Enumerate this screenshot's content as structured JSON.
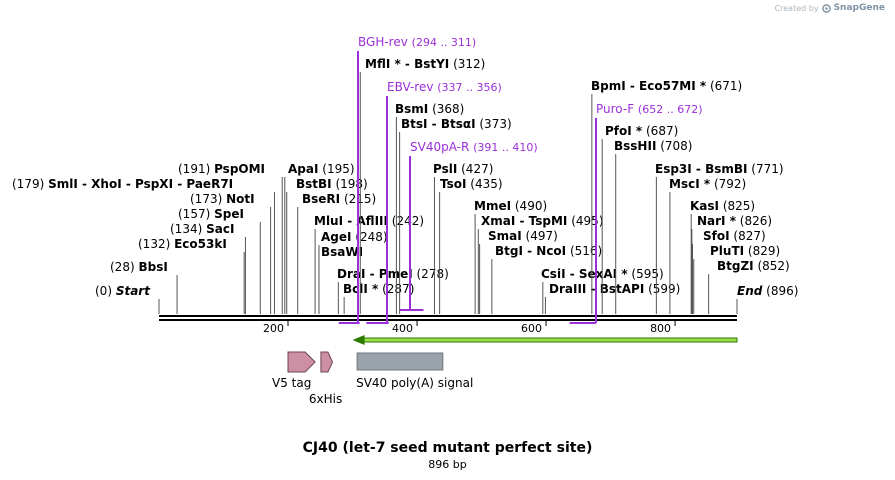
{
  "brand": {
    "created_by": "Created by",
    "name": "SnapGene",
    "icon": "snapgene-logo-icon"
  },
  "map": {
    "title": "CJ40 (let-7 seed mutant perfect site)",
    "subtitle": "896 bp",
    "length": 896,
    "ruler_ticks": [
      200,
      400,
      600,
      800
    ],
    "colors": {
      "primer": "#9b30d9",
      "arrow_outline": "#2a7a00",
      "arrow_fill": "#9be04a",
      "tag_fill": "#cc8fa3",
      "polyA_fill": "#9aa2ab"
    },
    "enzymes": [
      {
        "text": "(0)",
        "name": "Start",
        "position": 0,
        "kind": "end"
      },
      {
        "text": "(28)",
        "name": "BbsI",
        "position": 28
      },
      {
        "text": "(132)",
        "name": "Eco53kI",
        "position": 132
      },
      {
        "text": "(134)",
        "name": "SacI",
        "position": 134
      },
      {
        "text": "(157)",
        "name": "SpeI",
        "position": 157
      },
      {
        "text": "(173)",
        "name": "NotI",
        "position": 173
      },
      {
        "text": "(179)",
        "name": "SmlI  -  XhoI  -  PspXI  -  PaeR7I",
        "position": 179
      },
      {
        "text": "(191)",
        "name": "PspOMI",
        "position": 191
      },
      {
        "name": "ApaI",
        "text": "(195)",
        "position": 195
      },
      {
        "name": "BstBI",
        "text": "(198)",
        "position": 198
      },
      {
        "name": "BseRI",
        "text": "(215)",
        "position": 215
      },
      {
        "name": "MluI  -  AflIII",
        "text": "(242)",
        "position": 242
      },
      {
        "name": "AgeI",
        "text": "(248)",
        "position": 248
      },
      {
        "name": "BsaWI",
        "text": "",
        "position": 248
      },
      {
        "name": "DraI  -  PmeI",
        "text": "(278)",
        "position": 278
      },
      {
        "name": "BclI *",
        "text": "(287)",
        "position": 287
      },
      {
        "name": "MflI *  -  BstYI",
        "text": "(312)",
        "position": 312
      },
      {
        "name": "BsmI",
        "text": "(368)",
        "position": 368
      },
      {
        "name": "BtsI  -  BtsαI",
        "text": "(373)",
        "position": 373
      },
      {
        "name": "PslI",
        "text": "(427)",
        "position": 427
      },
      {
        "name": "TsoI",
        "text": "(435)",
        "position": 435
      },
      {
        "name": "MmeI",
        "text": "(490)",
        "position": 490
      },
      {
        "name": "XmaI  -  TspMI",
        "text": "(495)",
        "position": 495
      },
      {
        "name": "SmaI",
        "text": "(497)",
        "position": 497
      },
      {
        "name": "BtgI  -  NcoI",
        "text": "(516)",
        "position": 516
      },
      {
        "name": "CsiI  -  SexAI *",
        "text": "(595)",
        "position": 595
      },
      {
        "name": "DraIII  -  BstAPI",
        "text": "(599)",
        "position": 599
      },
      {
        "name": "BpmI  -  Eco57MI *",
        "text": "(671)",
        "position": 671
      },
      {
        "name": "PfoI *",
        "text": "(687)",
        "position": 687
      },
      {
        "name": "BssHII",
        "text": "(708)",
        "position": 708
      },
      {
        "name": "Esp3I  -  BsmBI",
        "text": "(771)",
        "position": 771
      },
      {
        "name": "MscI *",
        "text": "(792)",
        "position": 792
      },
      {
        "name": "KasI",
        "text": "(825)",
        "position": 825
      },
      {
        "name": "NarI *",
        "text": "(826)",
        "position": 826
      },
      {
        "name": "SfoI",
        "text": "(827)",
        "position": 827
      },
      {
        "name": "PluTI",
        "text": "(829)",
        "position": 829
      },
      {
        "name": "BtgZI",
        "text": "(852)",
        "position": 852
      },
      {
        "name": "End",
        "text": "(896)",
        "position": 896,
        "kind": "end"
      }
    ],
    "primers": [
      {
        "name": "BGH-rev",
        "range": "(294 .. 311)",
        "start": 294,
        "end": 311
      },
      {
        "name": "EBV-rev",
        "range": "(337 .. 356)",
        "start": 337,
        "end": 356
      },
      {
        "name": "SV40pA-R",
        "range": "(391 .. 410)",
        "start": 391,
        "end": 410
      },
      {
        "name": "Puro-F",
        "range": "(652 .. 672)",
        "start": 652,
        "end": 672
      }
    ],
    "features": [
      {
        "name": "V5 tag",
        "start": 200,
        "end": 242,
        "type": "tag"
      },
      {
        "name": "6xHis",
        "start": 251,
        "end": 269,
        "type": "tag"
      },
      {
        "name": "SV40 poly(A) signal",
        "start": 304,
        "end": 440,
        "type": "polyA"
      },
      {
        "name": "",
        "start": 300,
        "end": 896,
        "type": "orf"
      }
    ]
  }
}
